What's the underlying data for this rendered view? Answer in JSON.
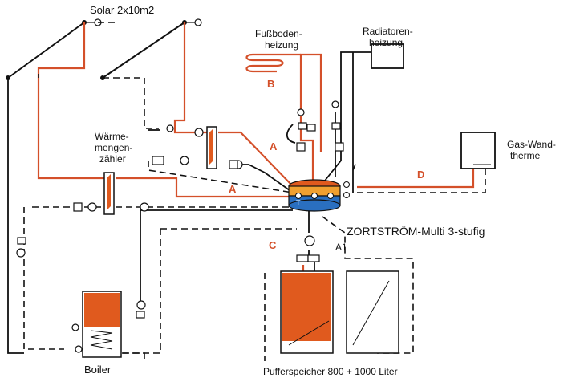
{
  "labels": {
    "solar": "Solar 2x10m2",
    "floor_heating_line1": "Fußboden-",
    "floor_heating_line2": "heizung",
    "radiator_line1": "Radiatoren-",
    "radiator_line2": "heizung",
    "heat_meter_line1": "Wärme-",
    "heat_meter_line2": "mengen-",
    "heat_meter_line3": "zähler",
    "gas_line1": "Gas-Wand-",
    "gas_line2": "therme",
    "zortstroem": "ZORTSTRÖM-Multi 3-stufig",
    "boiler": "Boiler",
    "buffer": "Pufferspeicher 800 + 1000 Liter",
    "a1": "A1"
  },
  "circuit_labels": {
    "A_upper": "A",
    "A_lower": "A",
    "B": "B",
    "C": "C",
    "D": "D"
  },
  "manifold_labels": {
    "T": "T"
  },
  "colors": {
    "pipe_hot": "#d4502a",
    "pipe_line": "#111111",
    "tank_fill": "#e05a1e",
    "manifold_top": "#e05a1e",
    "manifold_mid": "#f0a030",
    "manifold_bottom": "#2a6fc0"
  }
}
